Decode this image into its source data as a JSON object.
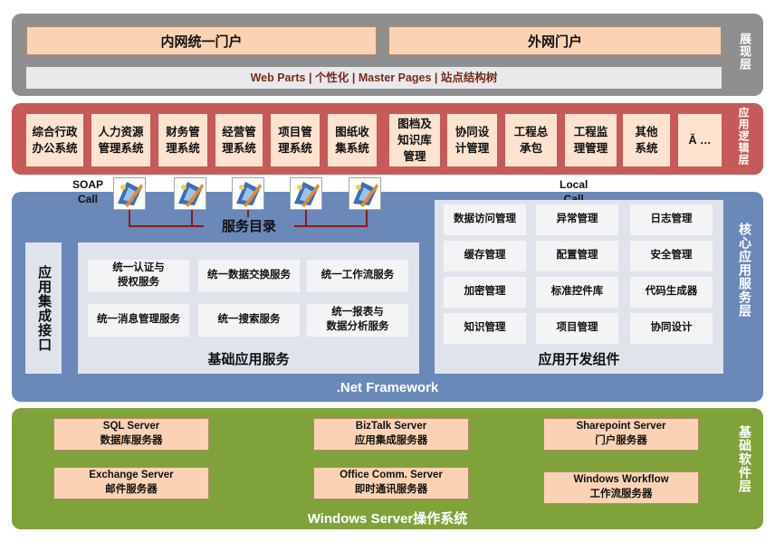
{
  "presentation": {
    "side_label": "展现层",
    "intranet_portal": "内网统一门户",
    "extranet_portal": "外网门户",
    "web_parts_bar": "Web Parts | 个性化 | Master Pages | 站点结构树"
  },
  "app_logic": {
    "side_label": "应用逻辑层",
    "systems": [
      "综合行政\n办公系统",
      "人力资源\n管理系统",
      "财务管\n理系统",
      "经营管\n理系统",
      "项目管\n理系统",
      "图纸收\n集系统",
      "图档及\n知识库\n管理",
      "协同设\n计管理",
      "工程总\n承包",
      "工程监\n理管理",
      "其他\n系统",
      "Ă …"
    ]
  },
  "connectors": {
    "soap_call": "SOAP\nCall",
    "local_call": "Local\nCall",
    "service_catalog": "服务目录"
  },
  "core": {
    "side_label": "核心应用服务层",
    "integration_interface": "应用集成接口",
    "basic_services_title": "基础应用服务",
    "basic_services": [
      "统一认证与\n授权服务",
      "统一数据交换服务",
      "统一工作流服务",
      "统一消息管理服务",
      "统一搜索服务",
      "统一报表与\n数据分析服务"
    ],
    "dev_components_title": "应用开发组件",
    "dev_components": [
      "数据访问管理",
      "异常管理",
      "日志管理",
      "缓存管理",
      "配置管理",
      "安全管理",
      "加密管理",
      "标准控件库",
      "代码生成器",
      "知识管理",
      "项目管理",
      "协同设计"
    ],
    "framework": ".Net Framework"
  },
  "infrastructure": {
    "side_label": "基础软件层",
    "servers": [
      {
        "name": "SQL Server",
        "desc": "数据库服务器"
      },
      {
        "name": "BizTalk Server",
        "desc": "应用集成服务器"
      },
      {
        "name": "Sharepoint Server",
        "desc": "门户服务器"
      },
      {
        "name": "Exchange Server",
        "desc": "邮件服务器"
      },
      {
        "name": "Office Comm. Server",
        "desc": "即时通讯服务器"
      },
      {
        "name": "Windows Workflow",
        "desc": "工作流服务器"
      }
    ],
    "os": "Windows Server操作系统"
  },
  "colors": {
    "gray_layer": "#8f8f8f",
    "red_layer": "#c55a58",
    "blue_layer": "#6a88b8",
    "green_layer": "#7fa23a",
    "peach": "#fbd3b4",
    "connector": "#8b1a1a"
  },
  "icons": [
    "service-icon",
    "service-icon",
    "service-icon",
    "service-icon",
    "service-icon"
  ]
}
